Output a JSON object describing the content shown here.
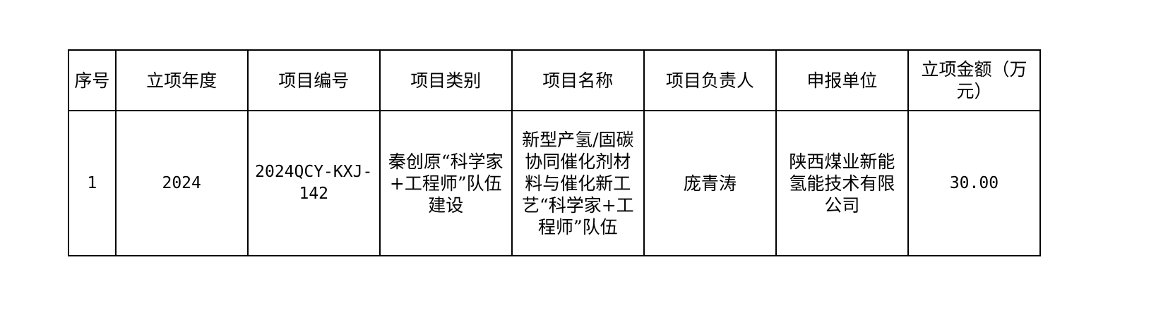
{
  "table": {
    "headers": [
      "序号",
      "立项年度",
      "项目编号",
      "项目类别",
      "项目名称",
      "项目负责人",
      "申报单位",
      "立项金额（万元）"
    ],
    "rows": [
      {
        "index": "1",
        "year": "2024",
        "project_no": "2024QCY-KXJ-142",
        "category": "秦创原“科学家+工程师”队伍建设",
        "name": "新型产氢/固碳协同催化剂材料与催化新工艺“科学家+工程师”队伍",
        "leader": "庞青涛",
        "unit": "陕西煤业新能氢能技术有限公司",
        "amount": "30.00"
      }
    ]
  }
}
